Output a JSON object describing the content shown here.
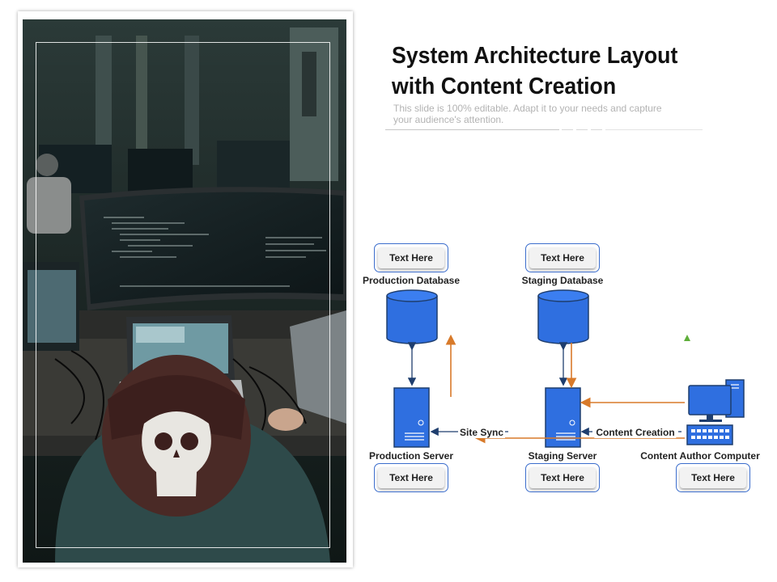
{
  "title_line1": "System Architecture Layout",
  "title_line2": "with Content Creation",
  "subtitle_line1": "This slide is 100% editable. Adapt it to your needs and capture",
  "subtitle_line2": "your audience's attention.",
  "colors": {
    "accent_blue": "#3b6dcc",
    "device_blue": "#2f6fe0",
    "arrow_orange": "#d87a2a",
    "arrow_navy": "#1f3e6e",
    "marker_green": "#5fae3a"
  },
  "nodes": {
    "production_database": {
      "label": "Production Database",
      "text_box": "Text Here",
      "icon": "database-icon"
    },
    "staging_database": {
      "label": "Staging Database",
      "text_box": "Text Here",
      "icon": "database-icon"
    },
    "production_server": {
      "label": "Production Server",
      "text_box": "Text Here",
      "icon": "server-icon"
    },
    "staging_server": {
      "label": "Staging Server",
      "text_box": "Text Here",
      "icon": "server-icon"
    },
    "content_author_computer": {
      "label": "Content Author Computer",
      "text_box": "Text Here",
      "icon": "desktop-computer-icon"
    }
  },
  "edges": {
    "site_sync": "Site Sync",
    "content_creation": "Content Creation"
  },
  "photo": {
    "description_icon": "developer-workspace-photo"
  }
}
